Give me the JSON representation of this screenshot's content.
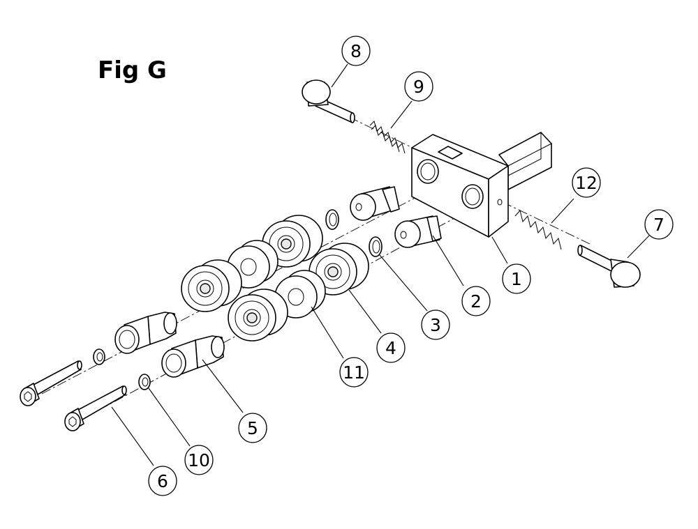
{
  "figure": {
    "title": "Fig G"
  },
  "callouts": [
    {
      "number": "1"
    },
    {
      "number": "2"
    },
    {
      "number": "3"
    },
    {
      "number": "4"
    },
    {
      "number": "5"
    },
    {
      "number": "6"
    },
    {
      "number": "7"
    },
    {
      "number": "8"
    },
    {
      "number": "9"
    },
    {
      "number": "10"
    },
    {
      "number": "11"
    },
    {
      "number": "12"
    }
  ]
}
